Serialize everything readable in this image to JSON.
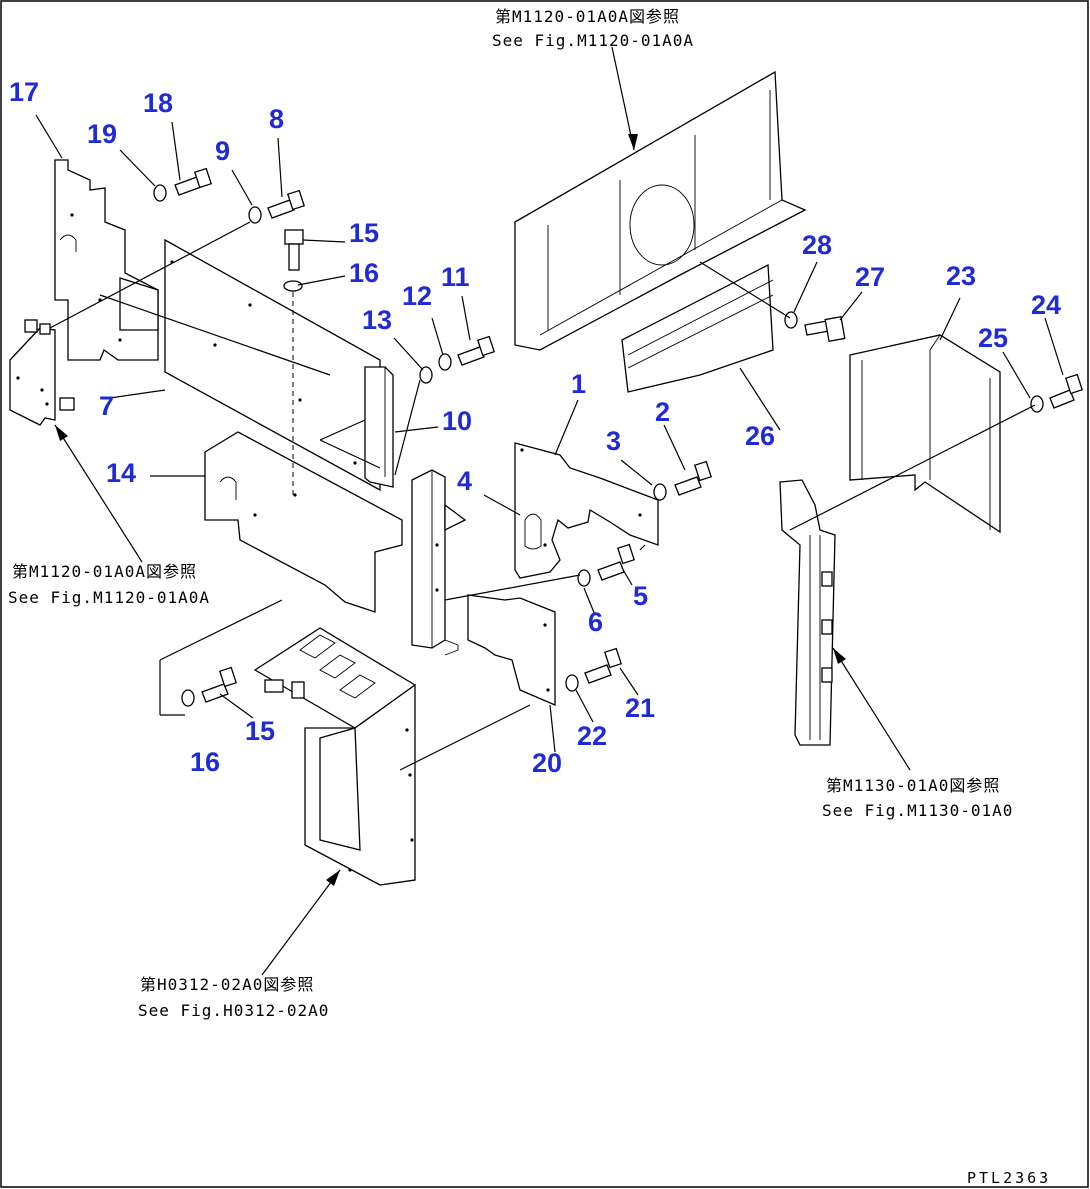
{
  "references": [
    {
      "id": "ref_m1120_top",
      "jp": "第M1120-01A0A図参照",
      "en": "See Fig.M1120-01A0A"
    },
    {
      "id": "ref_m1120_left",
      "jp": "第M1120-01A0A図参照",
      "en": "See Fig.M1120-01A0A"
    },
    {
      "id": "ref_m1130",
      "jp": "第M1130-01A0図参照",
      "en": "See Fig.M1130-01A0"
    },
    {
      "id": "ref_h0312",
      "jp": "第H0312-02A0図参照",
      "en": "See Fig.H0312-02A0"
    }
  ],
  "part_labels": [
    "17",
    "18",
    "19",
    "8",
    "9",
    "15",
    "16",
    "13",
    "12",
    "11",
    "7",
    "10",
    "14",
    "4",
    "1",
    "3",
    "2",
    "5",
    "6",
    "28",
    "27",
    "23",
    "25",
    "24",
    "26",
    "15",
    "16",
    "20",
    "22",
    "21"
  ],
  "drawing_code": "PTL2363",
  "colors": {
    "label": "#1f2bd6",
    "line": "#000000",
    "background": "#ffffff"
  }
}
